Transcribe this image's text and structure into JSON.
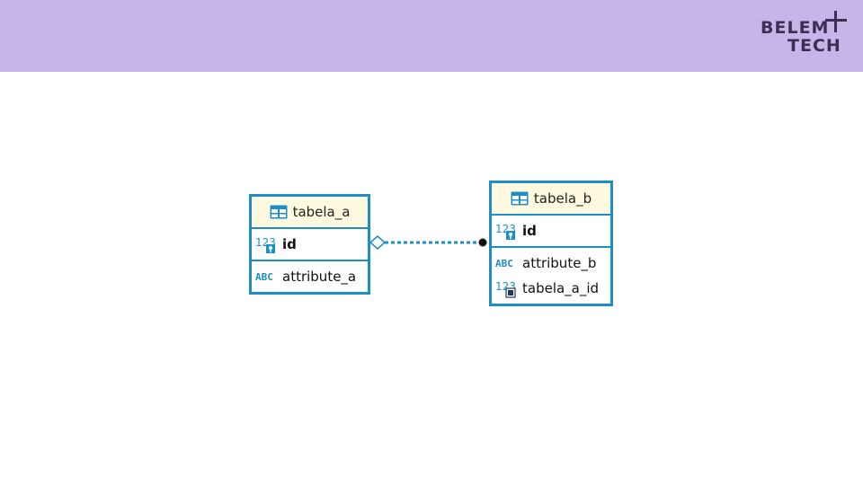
{
  "header": {
    "background_color": "#c5b5e8",
    "logo": {
      "line1": "BELEM",
      "line2": "TECH",
      "symbol": "plus-icon",
      "color": "#3b2f57"
    }
  },
  "diagram": {
    "border_color": "#1e8ec9",
    "header_color": "#fff9e0",
    "tables": [
      {
        "name": "tabela_a",
        "key_columns": [
          {
            "name": "id",
            "icon": "numeric-key-icon"
          }
        ],
        "columns": [
          {
            "name": "attribute_a",
            "icon": "text-type-icon"
          }
        ]
      },
      {
        "name": "tabela_b",
        "key_columns": [
          {
            "name": "id",
            "icon": "numeric-key-icon"
          }
        ],
        "columns": [
          {
            "name": "attribute_b",
            "icon": "text-type-icon"
          },
          {
            "name": "tabela_a_id",
            "icon": "numeric-foreign-key-icon"
          }
        ]
      }
    ],
    "relationship": {
      "from": "tabela_a.id",
      "to": "tabela_b.tabela_a_id",
      "from_end": "diamond-icon",
      "to_end": "filled-circle-icon",
      "line_style": "dotted"
    }
  }
}
